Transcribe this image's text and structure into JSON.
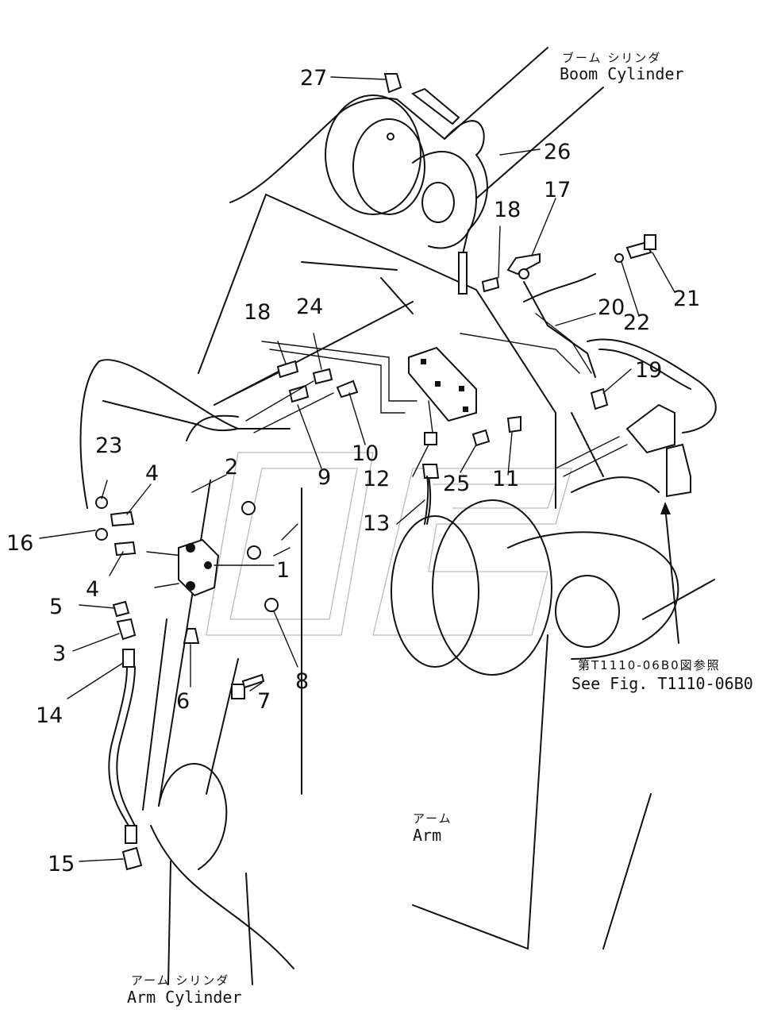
{
  "labels": {
    "boom_cylinder_jp": "ブーム シリンダ",
    "boom_cylinder_en": "Boom  Cylinder",
    "arm_jp": "アーム",
    "arm_en": "Arm",
    "arm_cylinder_jp": "アーム  シリンダ",
    "arm_cylinder_en": "Arm Cylinder",
    "see_fig_jp": "第T1110-06B0図参照",
    "see_fig_en": "See Fig. T1110-06B0"
  },
  "parts": {
    "p1": "1",
    "p2": "2",
    "p3": "3",
    "p4a": "4",
    "p4b": "4",
    "p5": "5",
    "p6": "6",
    "p7": "7",
    "p8": "8",
    "p9": "9",
    "p10": "10",
    "p11": "11",
    "p12": "12",
    "p13": "13",
    "p14": "14",
    "p15": "15",
    "p16": "16",
    "p17": "17",
    "p18a": "18",
    "p18b": "18",
    "p19": "19",
    "p20": "20",
    "p21": "21",
    "p22": "22",
    "p23": "23",
    "p24": "24",
    "p25": "25",
    "p26": "26",
    "p27": "27"
  }
}
